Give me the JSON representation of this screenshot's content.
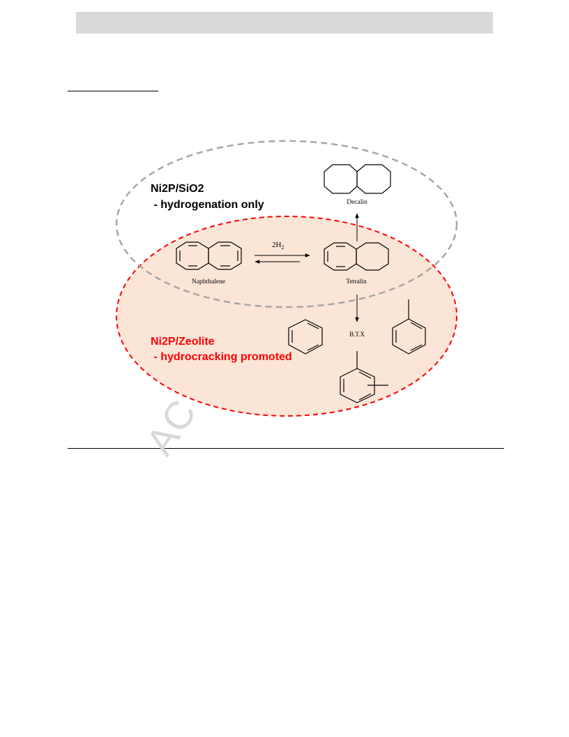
{
  "figure": {
    "silica_catalog": {
      "title": "Ni2P/SiO2",
      "subtitle": " - hydrogenation only",
      "color": "#000000",
      "border_color": "#a6a6a6"
    },
    "zeolite_catalog": {
      "title": "Ni2P/Zeolite",
      "subtitle": " - hydrocracking promoted",
      "color": "#ff0000",
      "fill_color": "#fbe5d6"
    },
    "molecules": {
      "naphthalene": "Naphthalene",
      "tetralin": "Tetralin",
      "decalin": "Decalin",
      "btx": "B.T.X"
    },
    "reagent": {
      "coefficient": "2H",
      "subscript": "2"
    }
  },
  "watermark": "AC"
}
